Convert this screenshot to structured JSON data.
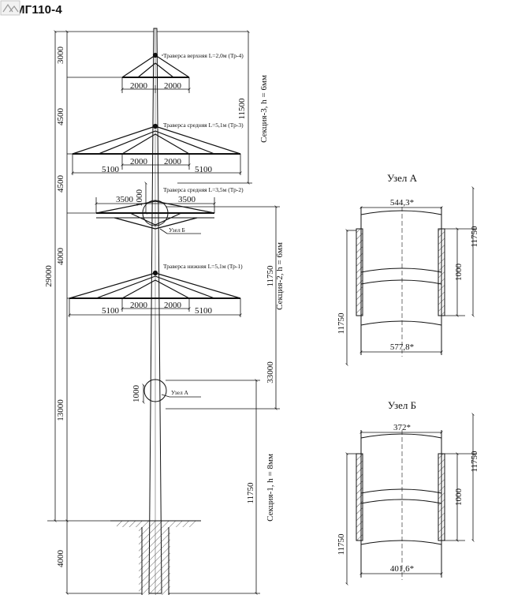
{
  "title": "ПМГ110-4",
  "tower": {
    "crossarms": [
      {
        "label": "Траверса верхняя L=2,0м (Тр-4)",
        "widths": [
          "2000",
          "2000"
        ]
      },
      {
        "label": "Траверса средняя L=5,1м (Тр-3)",
        "widths": [
          "2000",
          "2000",
          "5100",
          "5100"
        ]
      },
      {
        "label": "Траверса средняя L=3,5м (Тр-2)",
        "widths": [
          "3500",
          "3500"
        ],
        "height": "1000"
      },
      {
        "label": "Траверса нижняя L=5,1м (Тр-1)",
        "widths": [
          "2000",
          "2000",
          "5100",
          "5100"
        ]
      }
    ],
    "left_dims": [
      "3000",
      "4500",
      "4500",
      "4000",
      "13000",
      "4000"
    ],
    "total_height": "29000",
    "node_b_label": "Узел Б",
    "node_a_label": "Узел А",
    "node_a_dim": "1000",
    "sections": [
      {
        "label": "Секция-3, h = 6мм",
        "length": "11500"
      },
      {
        "label": "Секция-2, h = 6мм",
        "length": "11750"
      },
      {
        "label": "Секция-1, h = 8мм",
        "length": "11750"
      }
    ],
    "above_ground": "33000"
  },
  "detail_a": {
    "title": "Узел А",
    "top_width": "544,3*",
    "bottom_width": "577,8*",
    "overlap": "1000",
    "left_len": "11750",
    "right_len": "11750"
  },
  "detail_b": {
    "title": "Узел Б",
    "top_width": "372*",
    "bottom_width": "401,6*",
    "overlap": "1000",
    "left_len": "11750",
    "right_len": "11750"
  }
}
